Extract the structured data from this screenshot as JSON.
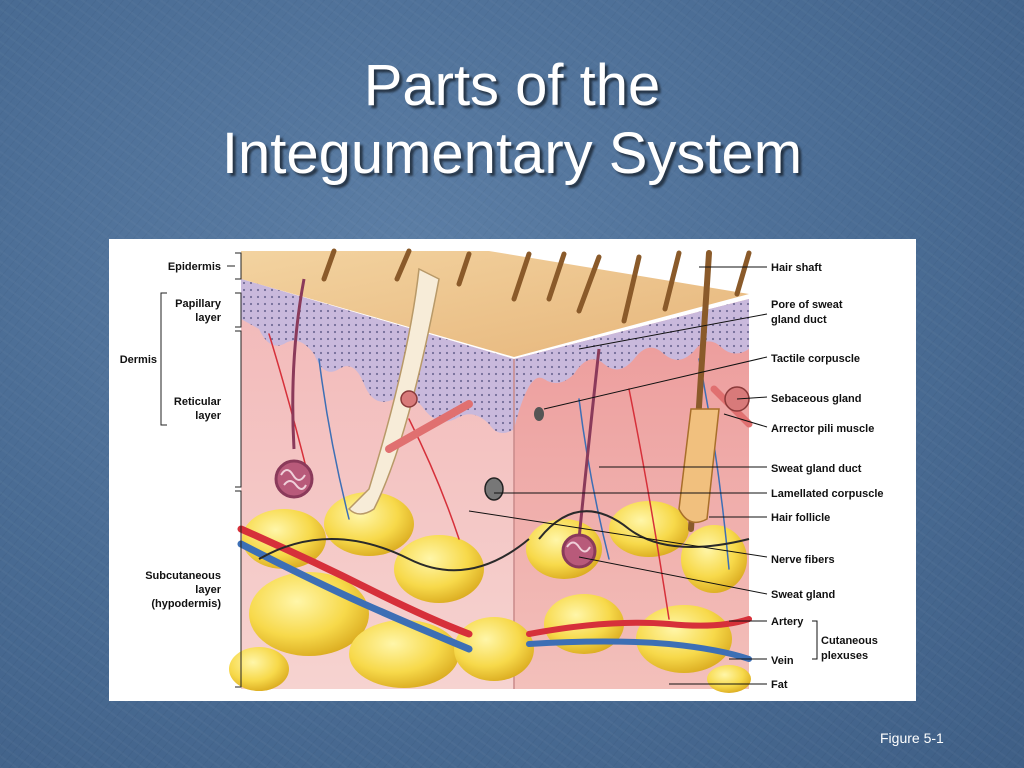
{
  "slide": {
    "title_line1": "Parts of the",
    "title_line2": "Integumentary System",
    "figure_label": "Figure 5-1"
  },
  "diagram": {
    "left_labels": {
      "epidermis": "Epidermis",
      "papillary_line1": "Papillary",
      "papillary_line2": "layer",
      "dermis": "Dermis",
      "reticular_line1": "Reticular",
      "reticular_line2": "layer",
      "subcutaneous_line1": "Subcutaneous",
      "subcutaneous_line2": "layer",
      "subcutaneous_line3": "(hypodermis)"
    },
    "right_labels": {
      "hair_shaft": "Hair shaft",
      "pore_line1": "Pore of sweat",
      "pore_line2": "gland duct",
      "tactile_corpuscle": "Tactile corpuscle",
      "sebaceous_gland": "Sebaceous gland",
      "arrector_pili": "Arrector pili muscle",
      "sweat_gland_duct": "Sweat gland duct",
      "lamellated_corpuscle": "Lamellated corpuscle",
      "hair_follicle": "Hair follicle",
      "nerve_fibers": "Nerve fibers",
      "sweat_gland": "Sweat gland",
      "artery": "Artery",
      "vein": "Vein",
      "fat": "Fat",
      "cutaneous_line1": "Cutaneous",
      "cutaneous_line2": "plexuses"
    }
  }
}
